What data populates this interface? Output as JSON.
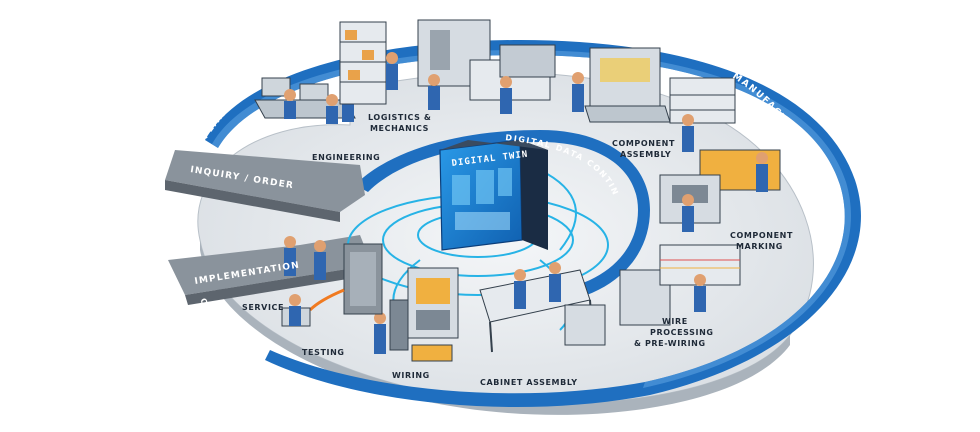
{
  "ring": {
    "planning": "PLANNING",
    "manufacturing": "MANUFACTURING",
    "operation": "OPERATION",
    "digital_data_continuity": "DIGITAL DATA CONTINUITY"
  },
  "bands": {
    "inquiry_order": "INQUIRY / ORDER",
    "implementation": "IMPLEMENTATION"
  },
  "center": {
    "digital_twin": "DIGITAL TWIN"
  },
  "stations": {
    "engineering": "ENGINEERING",
    "logistics_1": "LOGISTICS &",
    "logistics_2": "MECHANICS",
    "component_assembly_1": "COMPONENT",
    "component_assembly_2": "ASSEMBLY",
    "component_marking_1": "COMPONENT",
    "component_marking_2": "MARKING",
    "wire_1": "WIRE",
    "wire_2": "PROCESSING",
    "wire_3": "& PRE-WIRING",
    "cabinet_assembly": "CABINET ASSEMBLY",
    "wiring": "WIRING",
    "testing": "TESTING",
    "service": "SERVICE"
  },
  "colors": {
    "ring_blue": "#1f6fc0",
    "platform_gray": "#e2e6ea",
    "band_gray": "#8a939c",
    "twin_blue": "#1a82d8",
    "cyan": "#27b3e6"
  }
}
